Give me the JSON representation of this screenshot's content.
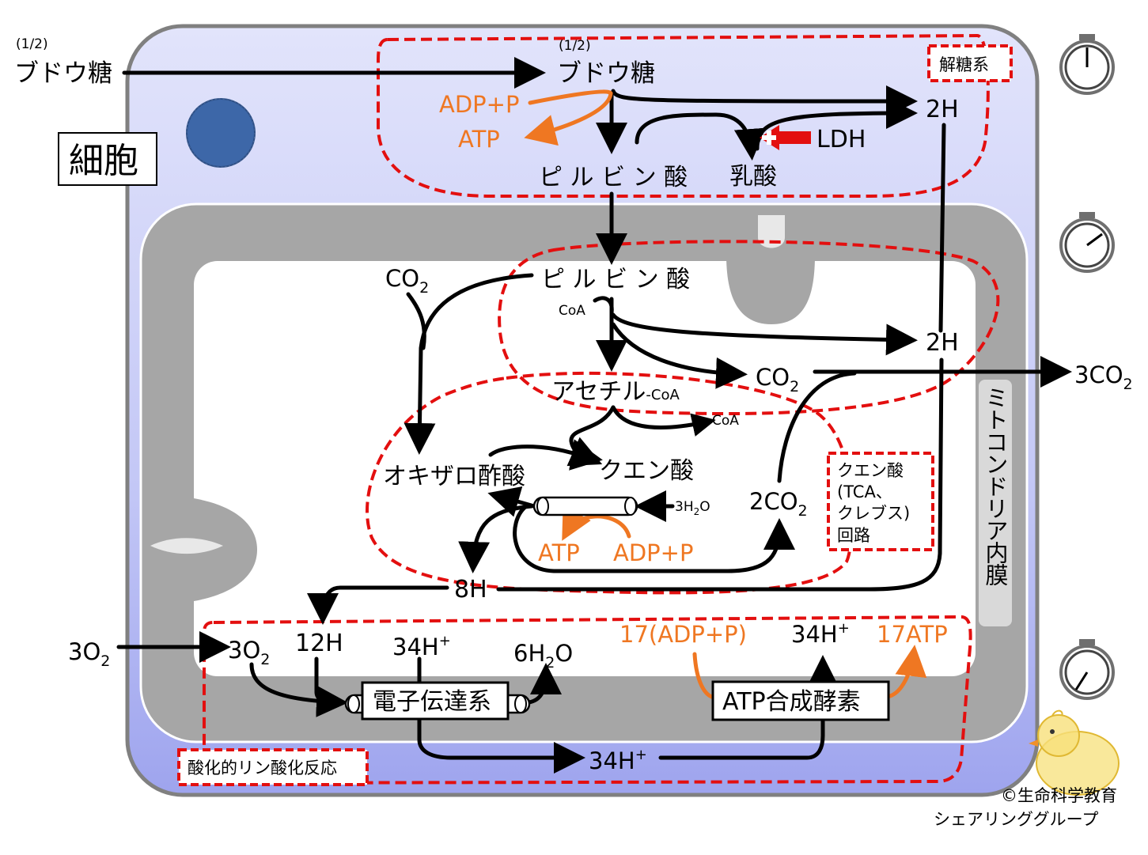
{
  "labels": {
    "glucose_outside_frac": "(1/2)",
    "glucose_outside": "ブドウ糖",
    "glucose_inside_frac": "(1/2)",
    "glucose_inside": "ブドウ糖",
    "cell_label": "細胞",
    "glycolysis_box": "解糖系",
    "glycolysis_adp": "ADP+P",
    "glycolysis_atp": "ATP",
    "h2_top": "2H",
    "ldh": "LDH",
    "pyruvate_cyto": "ピ ル ビ ン 酸",
    "lactate": "乳酸",
    "pyruvate_mito": "ピ ル ビ ン 酸",
    "co2_left": "CO",
    "co2_left_sub": "2",
    "coa_in": "CoA",
    "h2_mid": "2H",
    "co2_mid": "CO",
    "co2_mid_sub": "2",
    "co2_out": "3CO",
    "co2_out_sub": "2",
    "acetyl_coa": "アセチル",
    "acetyl_coa_suffix": "-CoA",
    "coa_out": "CoA",
    "oxaloacetate": "オキザロ酢酸",
    "citrate": "クエン酸",
    "h2o_in_pre": "3H",
    "h2o_in_sub": "2",
    "h2o_in_post": "O",
    "co2_cycle_pre": "2CO",
    "co2_cycle_sub": "2",
    "tca_atp": "ATP",
    "tca_adp": "ADP+P",
    "tca_box_line1": "クエン酸",
    "tca_box_line2": "(TCA、",
    "tca_box_line3": "クレブス)",
    "tca_box_line4": "回路",
    "membrane_label": "ミトコンドリア内膜",
    "h8": "8H",
    "o2_outside_pre": "3O",
    "o2_outside_sub": "2",
    "o2_inside_pre": "3O",
    "o2_inside_sub": "2",
    "h12": "12H",
    "hplus_34a": "34H",
    "hplus_34a_sup": "+",
    "water_pre": "6H",
    "water_sub": "2",
    "water_post": "O",
    "adp17": "17(ADP+P)",
    "hplus_34b": "34H",
    "hplus_34b_sup": "+",
    "atp17": "17ATP",
    "etc": "電子伝達系",
    "atp_synthase": "ATP合成酵素",
    "hplus_34c": "34H",
    "hplus_34c_sup": "+",
    "oxphos_box": "酸化的リン酸化反応",
    "credit_line1": "©生命科学教育",
    "credit_line2": "シェアリンググループ"
  },
  "colors": {
    "cell_fill_top": "#e2e4fb",
    "cell_fill_bottom": "#9ea4ee",
    "membrane_gray": "#a6a6a6",
    "matrix_white": "#ffffff",
    "nucleus": "#3d67a8",
    "dashed_red": "#e30f0f",
    "orange": "#ef7722",
    "arrow_black": "#000000"
  },
  "icons": [
    "stopwatch-icon",
    "stopwatch-icon",
    "stopwatch-icon",
    "chick-icon",
    "nucleus-icon"
  ]
}
